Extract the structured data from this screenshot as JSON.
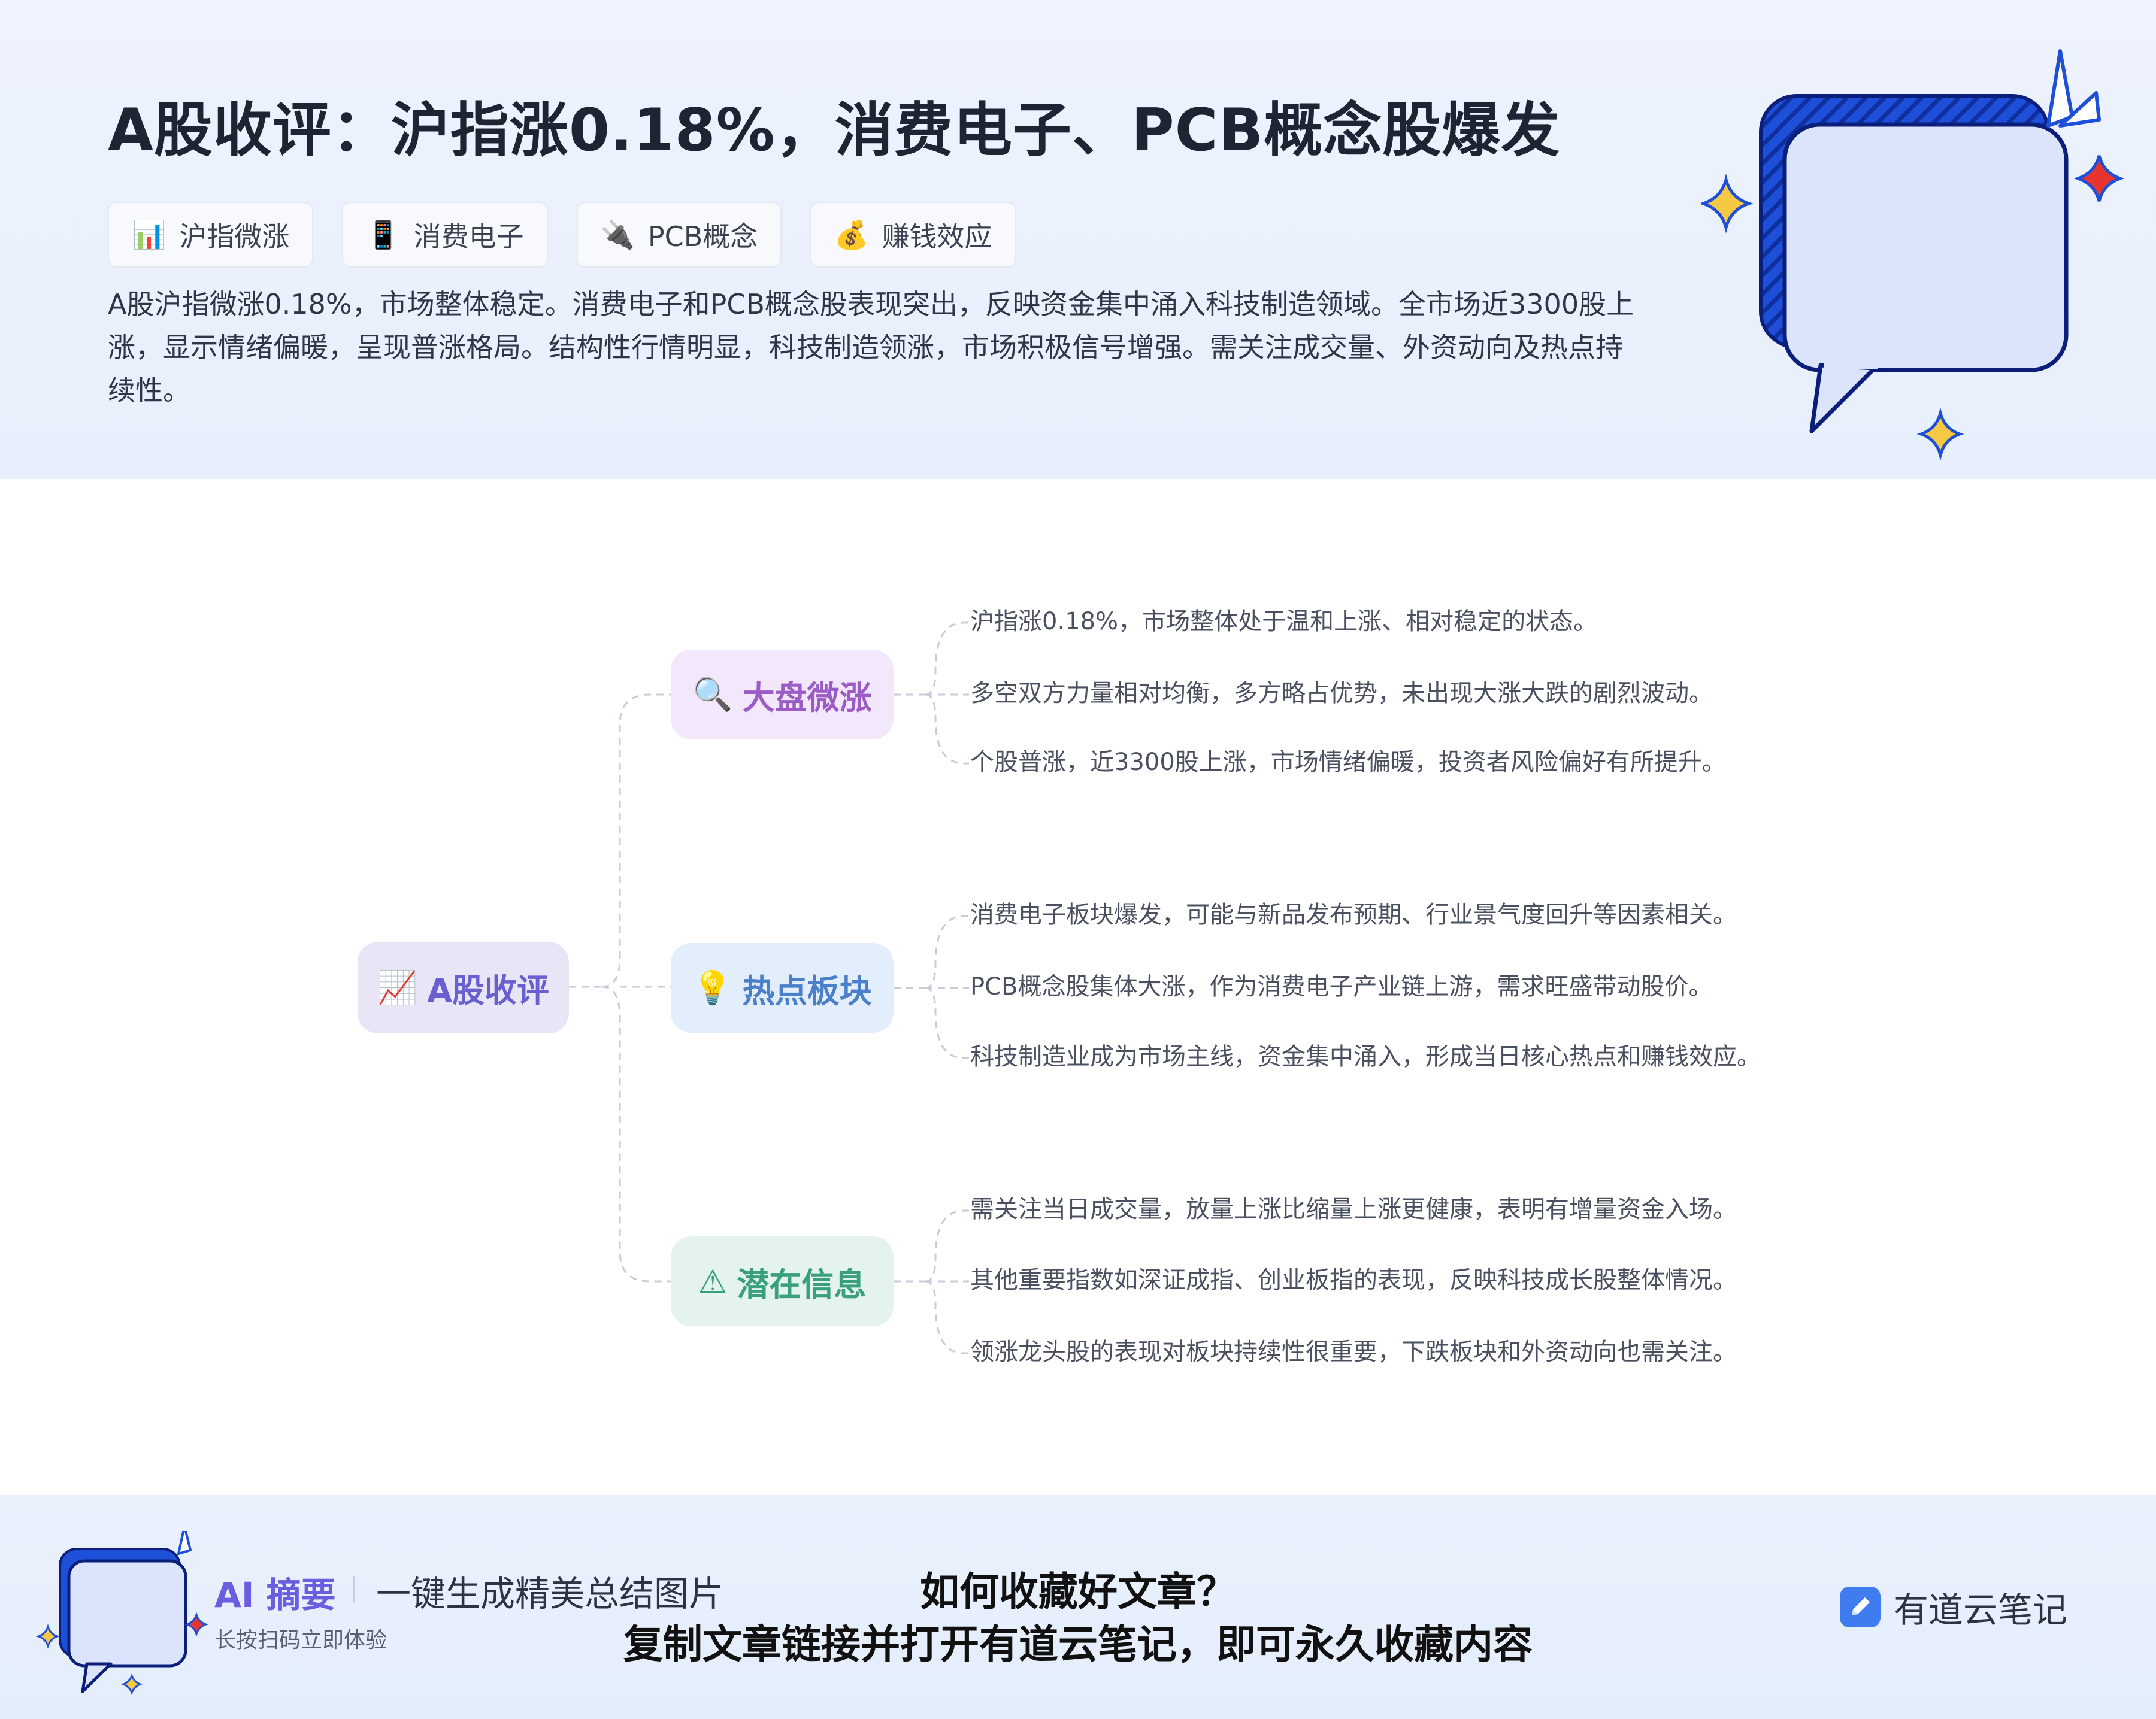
{
  "header": {
    "title": "A股收评：沪指涨0.18%，消费电子、PCB概念股爆发",
    "tags": [
      {
        "icon": "📊",
        "icon_name": "bar-chart-icon",
        "label": "沪指微涨"
      },
      {
        "icon": "📱",
        "icon_name": "phone-icon",
        "label": "消费电子"
      },
      {
        "icon": "🔌",
        "icon_name": "plug-icon",
        "label": "PCB概念"
      },
      {
        "icon": "💰",
        "icon_name": "money-bag-icon",
        "label": "赚钱效应"
      }
    ],
    "summary": "A股沪指微涨0.18%，市场整体稳定。消费电子和PCB概念股表现突出，反映资金集中涌入科技制造领域。全市场近3300股上涨，显示情绪偏暖，呈现普涨格局。结构性行情明显，科技制造领涨，市场积极信号增强。需关注成交量、外资动向及热点持续性。"
  },
  "mindmap": {
    "root": {
      "icon": "📈",
      "icon_name": "chart-up-icon",
      "label": "A股收评"
    },
    "branches": [
      {
        "icon": "🔍",
        "icon_name": "magnifier-icon",
        "label": "大盘微涨",
        "leaves": [
          "沪指涨0.18%，市场整体处于温和上涨、相对稳定的状态。",
          "多空双方力量相对均衡，多方略占优势，未出现大涨大跌的剧烈波动。",
          "个股普涨，近3300股上涨，市场情绪偏暖，投资者风险偏好有所提升。"
        ]
      },
      {
        "icon": "💡",
        "icon_name": "light-bulb-icon",
        "label": "热点板块",
        "leaves": [
          "消费电子板块爆发，可能与新品发布预期、行业景气度回升等因素相关。",
          "PCB概念股集体大涨，作为消费电子产业链上游，需求旺盛带动股价。",
          "科技制造业成为市场主线，资金集中涌入，形成当日核心热点和赚钱效应。"
        ]
      },
      {
        "icon": "⚠",
        "icon_name": "warning-icon",
        "label": "潜在信息",
        "leaves": [
          "需关注当日成交量，放量上涨比缩量上涨更健康，表明有增量资金入场。",
          "其他重要指数如深证成指、创业板指的表现，反映科技成长股整体情况。",
          "领涨龙头股的表现对板块持续性很重要，下跌板块和外资动向也需关注。"
        ]
      }
    ]
  },
  "footer": {
    "ai_label": "AI 摘要",
    "slogan": "一键生成精美总结图片",
    "hint": "长按扫码立即体验",
    "cta_line1": "如何收藏好文章？",
    "cta_line2": "复制文章链接并打开有道云笔记，即可永久收藏内容",
    "product_name": "有道云笔记"
  },
  "colors": {
    "accent_blue": "#1e4fd8",
    "bubble_fill": "#dbe4fb",
    "root_text": "#6a5fcf",
    "branch1_text": "#9b5cc6",
    "branch2_text": "#4b7fc9",
    "branch3_text": "#39a07a"
  }
}
